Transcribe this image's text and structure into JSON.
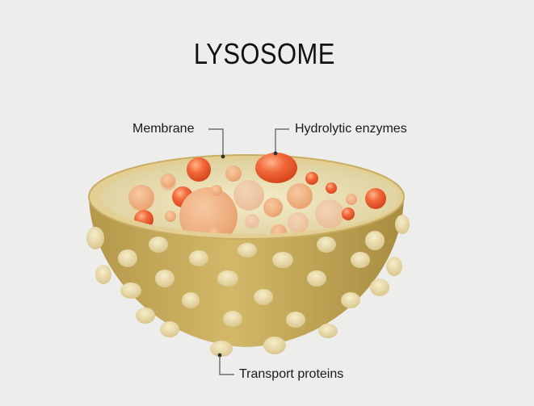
{
  "title": "LYSOSOME",
  "labels": {
    "membrane": "Membrane",
    "hydrolytic_enzymes": "Hydrolytic enzymes",
    "transport_proteins": "Transport proteins"
  },
  "colors": {
    "background": "#ededec",
    "outer_shell": "#c9ac5c",
    "rim": "#e6d49a",
    "lumen": "#eadfb6",
    "enzyme": "#ef6a3c",
    "bump": "#efe3b4",
    "leader_line": "#555555"
  }
}
